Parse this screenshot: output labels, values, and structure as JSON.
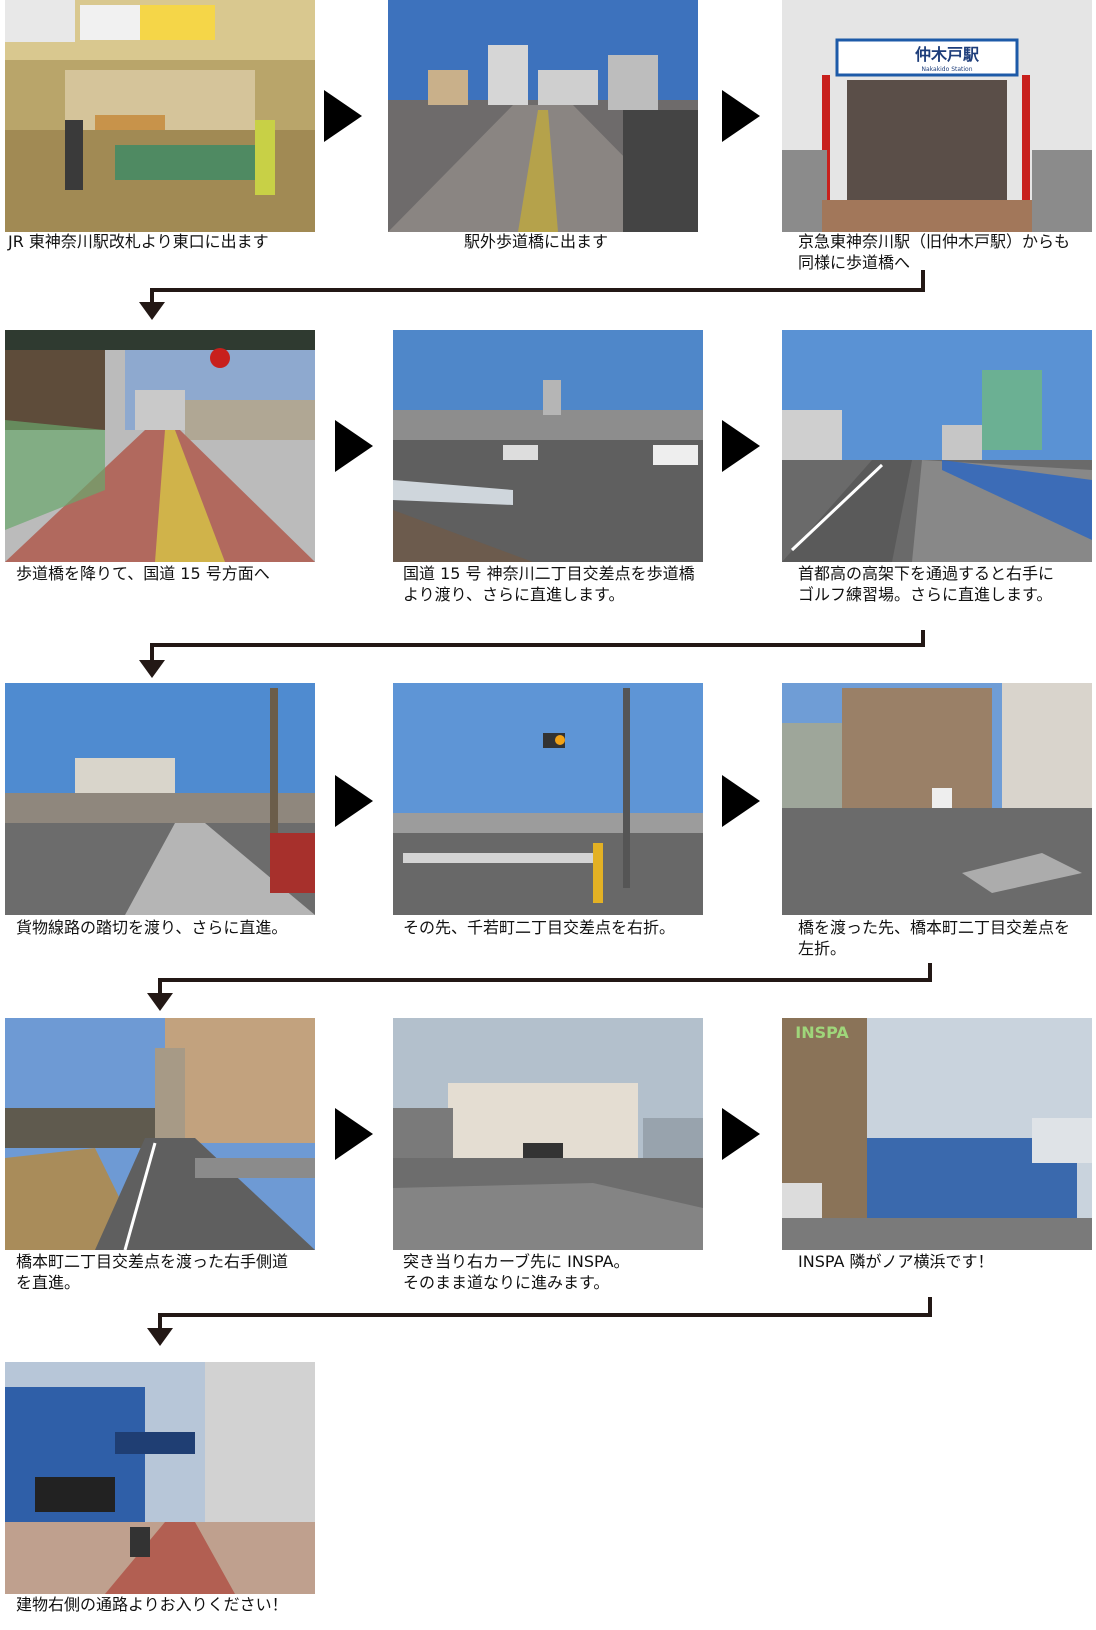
{
  "steps": [
    {
      "caption": "JR 東神奈川駅改札より東口に出ます",
      "scene": "station-gates"
    },
    {
      "caption": "駅外歩道橋に出ます",
      "scene": "walkway"
    },
    {
      "caption": "京急東神奈川駅（旧仲木戸駅）からも\n同様に歩道橋へ",
      "scene": "keikyu-station",
      "sign": "仲木戸駅",
      "sign_romaji": "Nakakido Station"
    },
    {
      "caption": "歩道橋を降りて、国道 15 号方面へ",
      "scene": "sidewalk"
    },
    {
      "caption": "国道 15 号 神奈川二丁目交差点を歩道橋\nより渡り、さらに直進します。",
      "scene": "intersection"
    },
    {
      "caption": "首都高の高架下を通過すると右手に\nゴルフ練習場。さらに直進します。",
      "scene": "bridge-golf"
    },
    {
      "caption": "貨物線路の踏切を渡り、さらに直進。",
      "scene": "crossing"
    },
    {
      "caption": "その先、千若町二丁目交差点を右折。",
      "scene": "turn-right"
    },
    {
      "caption": "橋を渡った先、橋本町二丁目交差点を\n左折。",
      "scene": "turn-left"
    },
    {
      "caption": "橋本町二丁目交差点を渡った右手側道\nを直進。",
      "scene": "side-road"
    },
    {
      "caption": "突き当り右カーブ先に INSPA。\nそのまま道なりに進みます。",
      "scene": "curve"
    },
    {
      "caption": "INSPA 隣がノア横浜です！",
      "scene": "inspa",
      "sign": "INSPA"
    },
    {
      "caption": "建物右側の通路よりお入りください！",
      "scene": "entrance"
    }
  ],
  "arrow_color": "#000000",
  "connector_color": "#231815"
}
